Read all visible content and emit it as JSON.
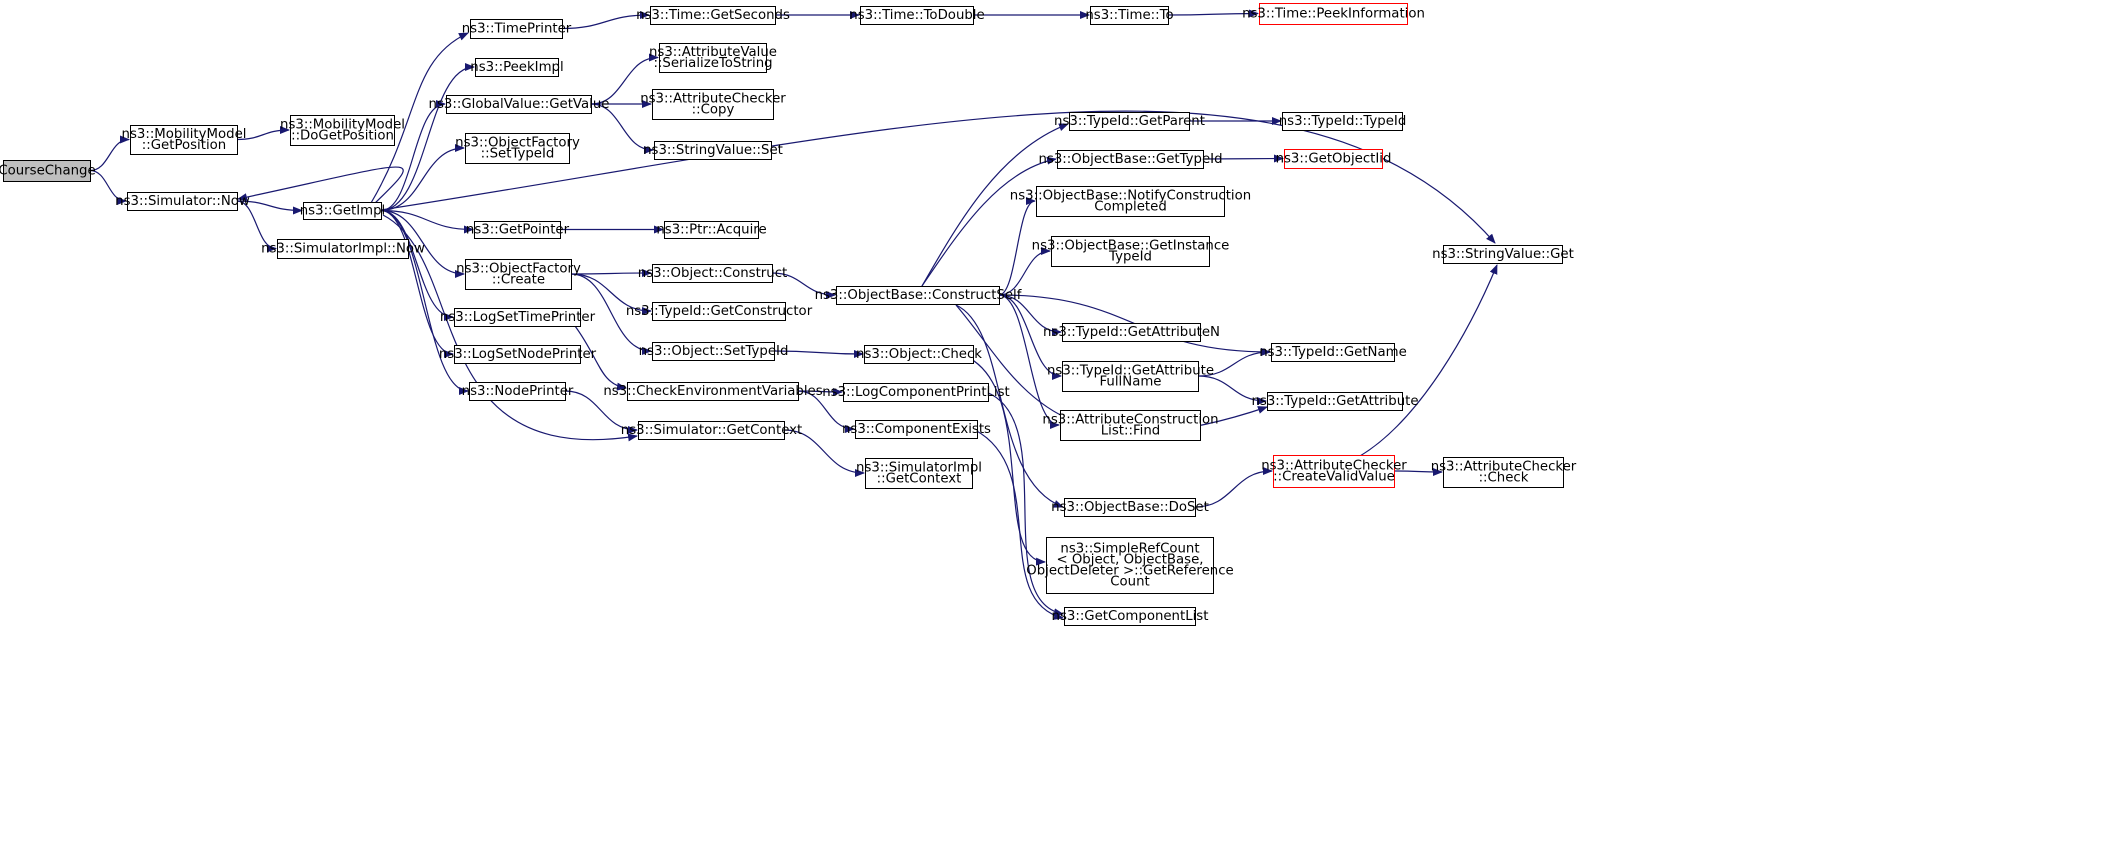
{
  "colors": {
    "edge": "#191970",
    "node_border": "#000000",
    "truncated_border": "#ff0000",
    "root_fill": "#bfbfbf"
  },
  "nodes": [
    {
      "id": "n0",
      "lines": [
        "CourseChange"
      ],
      "style": "root"
    },
    {
      "id": "n1",
      "lines": [
        "ns3::MobilityModel",
        "::GetPosition"
      ]
    },
    {
      "id": "n2",
      "lines": [
        "ns3::Simulator::Now"
      ]
    },
    {
      "id": "n3",
      "lines": [
        "ns3::MobilityModel",
        "::DoGetPosition"
      ]
    },
    {
      "id": "n4",
      "lines": [
        "ns3::GetImpl"
      ]
    },
    {
      "id": "n5",
      "lines": [
        "ns3::SimulatorImpl::Now"
      ]
    },
    {
      "id": "n6",
      "lines": [
        "ns3::TimePrinter"
      ]
    },
    {
      "id": "n7",
      "lines": [
        "ns3::PeekImpl"
      ]
    },
    {
      "id": "n8",
      "lines": [
        "ns3::GlobalValue::GetValue"
      ]
    },
    {
      "id": "n9",
      "lines": [
        "ns3::ObjectFactory",
        "::SetTypeId"
      ]
    },
    {
      "id": "n10",
      "lines": [
        "ns3::GetPointer"
      ]
    },
    {
      "id": "n11",
      "lines": [
        "ns3::ObjectFactory",
        "::Create"
      ]
    },
    {
      "id": "n12",
      "lines": [
        "ns3::LogSetTimePrinter"
      ]
    },
    {
      "id": "n13",
      "lines": [
        "ns3::LogSetNodePrinter"
      ]
    },
    {
      "id": "n14",
      "lines": [
        "ns3::NodePrinter"
      ]
    },
    {
      "id": "n15",
      "lines": [
        "ns3::Time::GetSeconds"
      ]
    },
    {
      "id": "n16",
      "lines": [
        "ns3::AttributeValue",
        "::SerializeToString"
      ]
    },
    {
      "id": "n17",
      "lines": [
        "ns3::AttributeChecker",
        "::Copy"
      ]
    },
    {
      "id": "n18",
      "lines": [
        "ns3::StringValue::Set"
      ]
    },
    {
      "id": "n19",
      "lines": [
        "ns3::Ptr::Acquire"
      ]
    },
    {
      "id": "n20",
      "lines": [
        "ns3::Object::Construct"
      ]
    },
    {
      "id": "n21",
      "lines": [
        "ns3::TypeId::GetConstructor"
      ]
    },
    {
      "id": "n22",
      "lines": [
        "ns3::Object::SetTypeId"
      ]
    },
    {
      "id": "n23",
      "lines": [
        "ns3::CheckEnvironmentVariables"
      ]
    },
    {
      "id": "n24",
      "lines": [
        "ns3::Simulator::GetContext"
      ]
    },
    {
      "id": "n25",
      "lines": [
        "ns3::Time::ToDouble"
      ]
    },
    {
      "id": "n26",
      "lines": [
        "ns3::ObjectBase::ConstructSelf"
      ]
    },
    {
      "id": "n27",
      "lines": [
        "ns3::Object::Check"
      ]
    },
    {
      "id": "n28",
      "lines": [
        "ns3::LogComponentPrintList"
      ]
    },
    {
      "id": "n29",
      "lines": [
        "ns3::ComponentExists"
      ]
    },
    {
      "id": "n30",
      "lines": [
        "ns3::SimulatorImpl",
        "::GetContext"
      ]
    },
    {
      "id": "n31",
      "lines": [
        "ns3::Time::To"
      ]
    },
    {
      "id": "n32",
      "lines": [
        "ns3::TypeId::GetParent"
      ]
    },
    {
      "id": "n33",
      "lines": [
        "ns3::ObjectBase::GetTypeId"
      ]
    },
    {
      "id": "n34",
      "lines": [
        "ns3::ObjectBase::NotifyConstruction",
        "Completed"
      ]
    },
    {
      "id": "n35",
      "lines": [
        "ns3::ObjectBase::GetInstance",
        "TypeId"
      ]
    },
    {
      "id": "n36",
      "lines": [
        "ns3::TypeId::GetAttributeN"
      ]
    },
    {
      "id": "n37",
      "lines": [
        "ns3::TypeId::GetAttribute",
        "FullName"
      ]
    },
    {
      "id": "n38",
      "lines": [
        "ns3::AttributeConstruction",
        "List::Find"
      ]
    },
    {
      "id": "n39",
      "lines": [
        "ns3::ObjectBase::DoSet"
      ]
    },
    {
      "id": "n40",
      "lines": [
        "ns3::SimpleRefCount",
        "< Object, ObjectBase,",
        " ObjectDeleter >::GetReference",
        "Count"
      ]
    },
    {
      "id": "n41",
      "lines": [
        "ns3::GetComponentList"
      ]
    },
    {
      "id": "n42",
      "lines": [
        "ns3::Time::PeekInformation"
      ],
      "style": "truncated"
    },
    {
      "id": "n43",
      "lines": [
        "ns3::TypeId::TypeId"
      ]
    },
    {
      "id": "n44",
      "lines": [
        "ns3::GetObjectIid"
      ],
      "style": "truncated"
    },
    {
      "id": "n45",
      "lines": [
        "ns3::TypeId::GetName"
      ]
    },
    {
      "id": "n46",
      "lines": [
        "ns3::TypeId::GetAttribute"
      ]
    },
    {
      "id": "n47",
      "lines": [
        "ns3::AttributeChecker",
        "::CreateValidValue"
      ],
      "style": "truncated"
    },
    {
      "id": "n48",
      "lines": [
        "ns3::StringValue::Get"
      ]
    },
    {
      "id": "n49",
      "lines": [
        "ns3::AttributeChecker",
        "::Check"
      ]
    }
  ],
  "edges": [
    [
      "n0",
      "n1"
    ],
    [
      "n0",
      "n2"
    ],
    [
      "n1",
      "n3"
    ],
    [
      "n2",
      "n4"
    ],
    [
      "n2",
      "n5"
    ],
    [
      "n4",
      "n6"
    ],
    [
      "n4",
      "n7"
    ],
    [
      "n4",
      "n8"
    ],
    [
      "n4",
      "n9"
    ],
    [
      "n4",
      "n10"
    ],
    [
      "n4",
      "n11"
    ],
    [
      "n4",
      "n12"
    ],
    [
      "n4",
      "n13"
    ],
    [
      "n4",
      "n14"
    ],
    [
      "n4",
      "n24"
    ],
    [
      "n4",
      "n48"
    ],
    [
      "n6",
      "n15"
    ],
    [
      "n6",
      "n2"
    ],
    [
      "n15",
      "n25"
    ],
    [
      "n25",
      "n31"
    ],
    [
      "n31",
      "n42"
    ],
    [
      "n8",
      "n16"
    ],
    [
      "n8",
      "n17"
    ],
    [
      "n8",
      "n18"
    ],
    [
      "n10",
      "n19"
    ],
    [
      "n11",
      "n20"
    ],
    [
      "n11",
      "n21"
    ],
    [
      "n11",
      "n22"
    ],
    [
      "n20",
      "n26"
    ],
    [
      "n22",
      "n27"
    ],
    [
      "n12",
      "n23"
    ],
    [
      "n14",
      "n24"
    ],
    [
      "n23",
      "n28"
    ],
    [
      "n23",
      "n29"
    ],
    [
      "n24",
      "n30"
    ],
    [
      "n26",
      "n32"
    ],
    [
      "n26",
      "n33"
    ],
    [
      "n26",
      "n34"
    ],
    [
      "n26",
      "n35"
    ],
    [
      "n26",
      "n36"
    ],
    [
      "n26",
      "n37"
    ],
    [
      "n26",
      "n38"
    ],
    [
      "n26",
      "n39"
    ],
    [
      "n26",
      "n45"
    ],
    [
      "n26",
      "n46"
    ],
    [
      "n32",
      "n43"
    ],
    [
      "n33",
      "n44"
    ],
    [
      "n37",
      "n45"
    ],
    [
      "n37",
      "n46"
    ],
    [
      "n39",
      "n47"
    ],
    [
      "n47",
      "n49"
    ],
    [
      "n47",
      "n48"
    ],
    [
      "n27",
      "n40"
    ],
    [
      "n28",
      "n41"
    ],
    [
      "n29",
      "n41"
    ]
  ]
}
